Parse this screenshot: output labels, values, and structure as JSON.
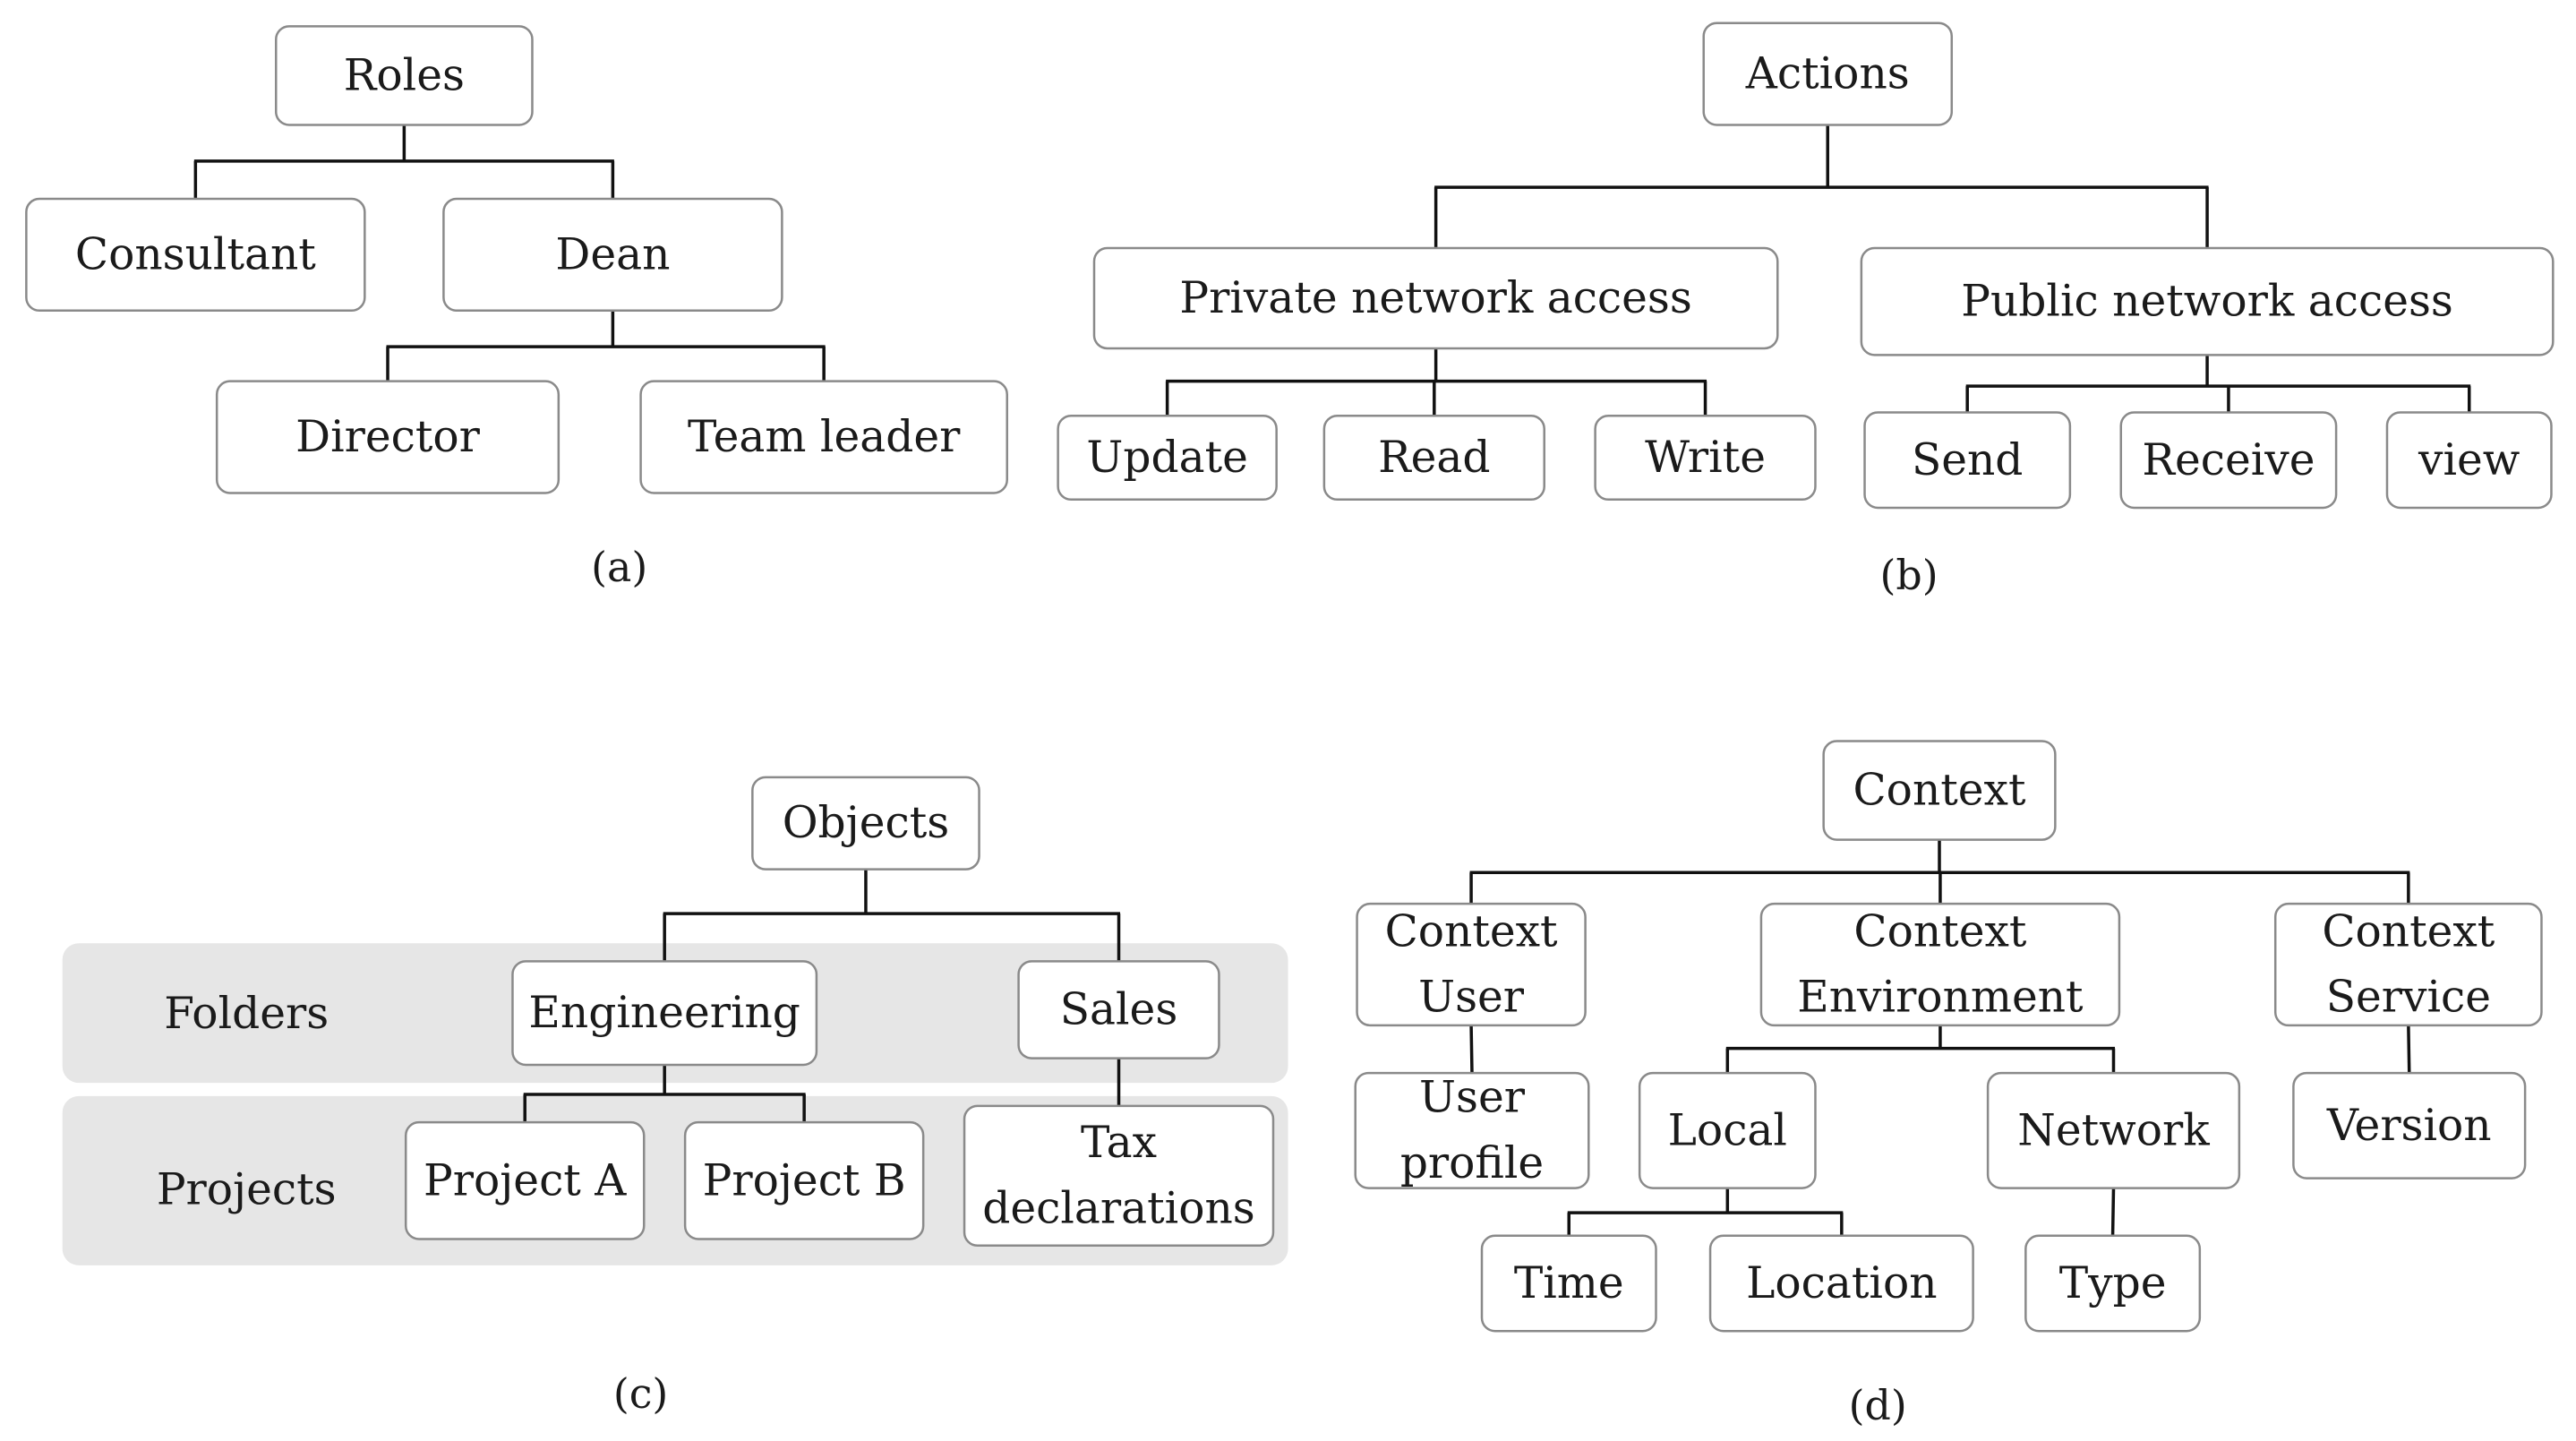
{
  "panels": [
    {
      "caption": "(a)",
      "nodes": {
        "roles": "Roles",
        "consultant": "Consultant",
        "dean": "Dean",
        "director": "Director",
        "team_leader": "Team leader"
      },
      "edges": [
        [
          "roles",
          "consultant"
        ],
        [
          "roles",
          "dean"
        ],
        [
          "dean",
          "director"
        ],
        [
          "dean",
          "team_leader"
        ]
      ]
    },
    {
      "caption": "(b)",
      "nodes": {
        "actions": "Actions",
        "private": "Private network access",
        "public": "Public network access",
        "update": "Update",
        "read": "Read",
        "write": "Write",
        "send": "Send",
        "receive": "Receive",
        "view": "view"
      },
      "edges": [
        [
          "actions",
          "private"
        ],
        [
          "actions",
          "public"
        ],
        [
          "private",
          "update"
        ],
        [
          "private",
          "read"
        ],
        [
          "private",
          "write"
        ],
        [
          "public",
          "send"
        ],
        [
          "public",
          "receive"
        ],
        [
          "public",
          "view"
        ]
      ]
    },
    {
      "caption": "(c)",
      "band_labels": {
        "folders": "Folders",
        "projects": "Projects"
      },
      "nodes": {
        "objects": "Objects",
        "engineering": "Engineering",
        "sales": "Sales",
        "project_a": "Project A",
        "project_b": "Project B",
        "tax": [
          "Tax",
          "declarations"
        ]
      },
      "edges": [
        [
          "objects",
          "engineering"
        ],
        [
          "objects",
          "sales"
        ],
        [
          "engineering",
          "project_a"
        ],
        [
          "engineering",
          "project_b"
        ],
        [
          "sales",
          "tax"
        ]
      ]
    },
    {
      "caption": "(d)",
      "nodes": {
        "context": "Context",
        "context_user": [
          "Context",
          "User"
        ],
        "context_env": [
          "Context",
          "Environment"
        ],
        "context_service": [
          "Context",
          "Service"
        ],
        "user_profile": [
          "User",
          "profile"
        ],
        "local": "Local",
        "network": "Network",
        "version": "Version",
        "time": "Time",
        "location": "Location",
        "type": "Type"
      },
      "edges": [
        [
          "context",
          "context_user"
        ],
        [
          "context",
          "context_env"
        ],
        [
          "context",
          "context_service"
        ],
        [
          "context_user",
          "user_profile"
        ],
        [
          "context_env",
          "local"
        ],
        [
          "context_env",
          "network"
        ],
        [
          "context_service",
          "version"
        ],
        [
          "local",
          "time"
        ],
        [
          "local",
          "location"
        ],
        [
          "network",
          "type"
        ]
      ]
    }
  ]
}
